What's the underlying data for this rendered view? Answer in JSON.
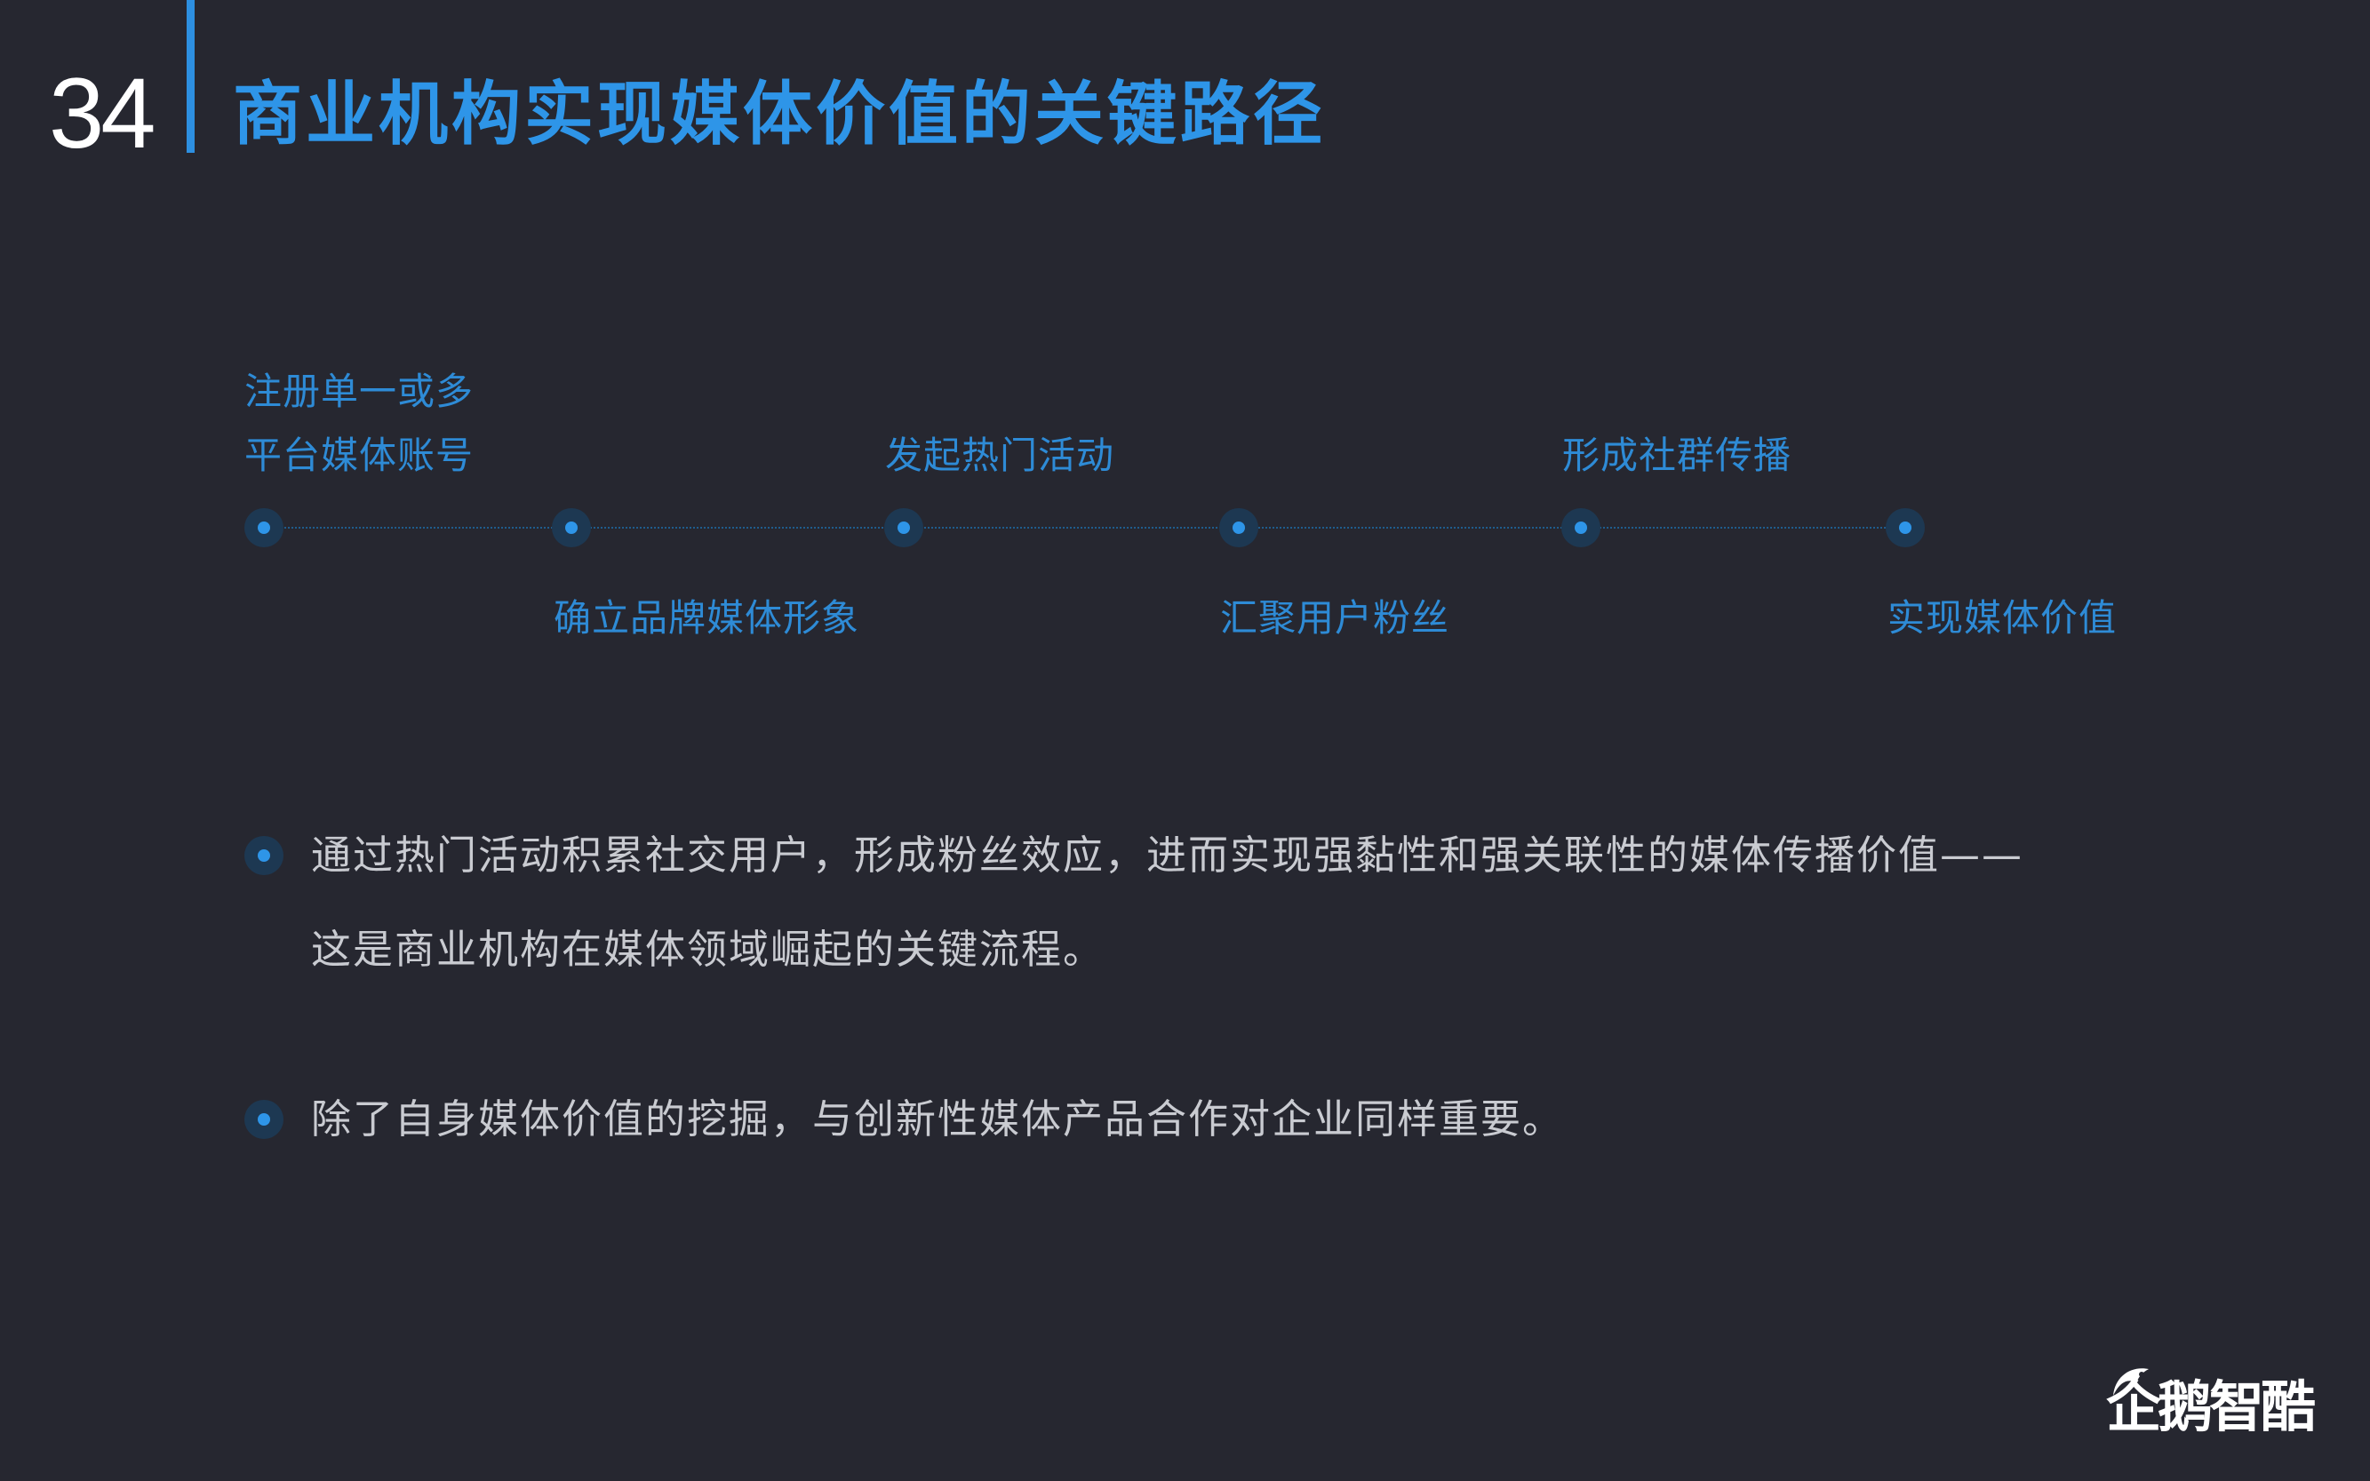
{
  "header": {
    "page_number": "34",
    "title": "商业机构实现媒体价值的关键路径"
  },
  "timeline": {
    "steps": [
      {
        "lines": [
          "注册单一或多",
          "平台媒体账号"
        ],
        "position": "above"
      },
      {
        "lines": [
          "确立品牌媒体形象"
        ],
        "position": "below"
      },
      {
        "lines": [
          "发起热门活动"
        ],
        "position": "above"
      },
      {
        "lines": [
          "汇聚用户粉丝"
        ],
        "position": "below"
      },
      {
        "lines": [
          "形成社群传播"
        ],
        "position": "above"
      },
      {
        "lines": [
          "实现媒体价值"
        ],
        "position": "below"
      }
    ]
  },
  "bullets": [
    {
      "lines": [
        "通过热门活动积累社交用户，形成粉丝效应，进而实现强黏性和强关联性的媒体传播价值——",
        "这是商业机构在媒体领域崛起的关键流程。"
      ]
    },
    {
      "lines": [
        "除了自身媒体价值的挖掘，与创新性媒体产品合作对企业同样重要。"
      ]
    }
  ],
  "logo": {
    "text": "企鹅智酷",
    "icon": "penguin-logo-icon"
  },
  "colors": {
    "background": "#262730",
    "accent": "#2e95e8",
    "body_text": "#c9cbd1"
  }
}
